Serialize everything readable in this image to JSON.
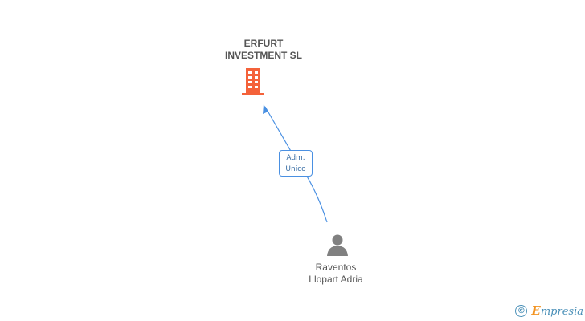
{
  "company": {
    "name_line1": "ERFURT",
    "name_line2": "INVESTMENT SL",
    "icon": "building-icon",
    "color": "#f4623a"
  },
  "relation": {
    "role_line1": "Adm.",
    "role_line2": "Unico",
    "color": "#4a90e2"
  },
  "person": {
    "name_line1": "Raventos",
    "name_line2": "Llopart Adria",
    "icon": "person-icon",
    "color": "#808080"
  },
  "brand": {
    "copyright_symbol": "©",
    "name_first": "E",
    "name_rest": "mpresia"
  }
}
